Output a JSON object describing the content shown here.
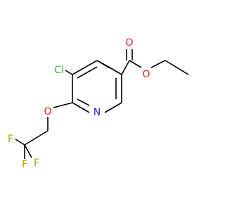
{
  "molecule": {
    "atoms": {
      "cl": {
        "text": "Cl",
        "color": "#3cb043"
      },
      "n": {
        "text": "N",
        "color": "#2a2ad6"
      },
      "o_ether": {
        "text": "O",
        "color": "#e02020"
      },
      "o_carbonyl": {
        "text": "O",
        "color": "#e02020"
      },
      "o_ester": {
        "text": "O",
        "color": "#e02020"
      },
      "f1": {
        "text": "F",
        "color": "#a8a000"
      },
      "f2": {
        "text": "F",
        "color": "#a8a000"
      },
      "f3": {
        "text": "F",
        "color": "#a8a000"
      }
    }
  }
}
